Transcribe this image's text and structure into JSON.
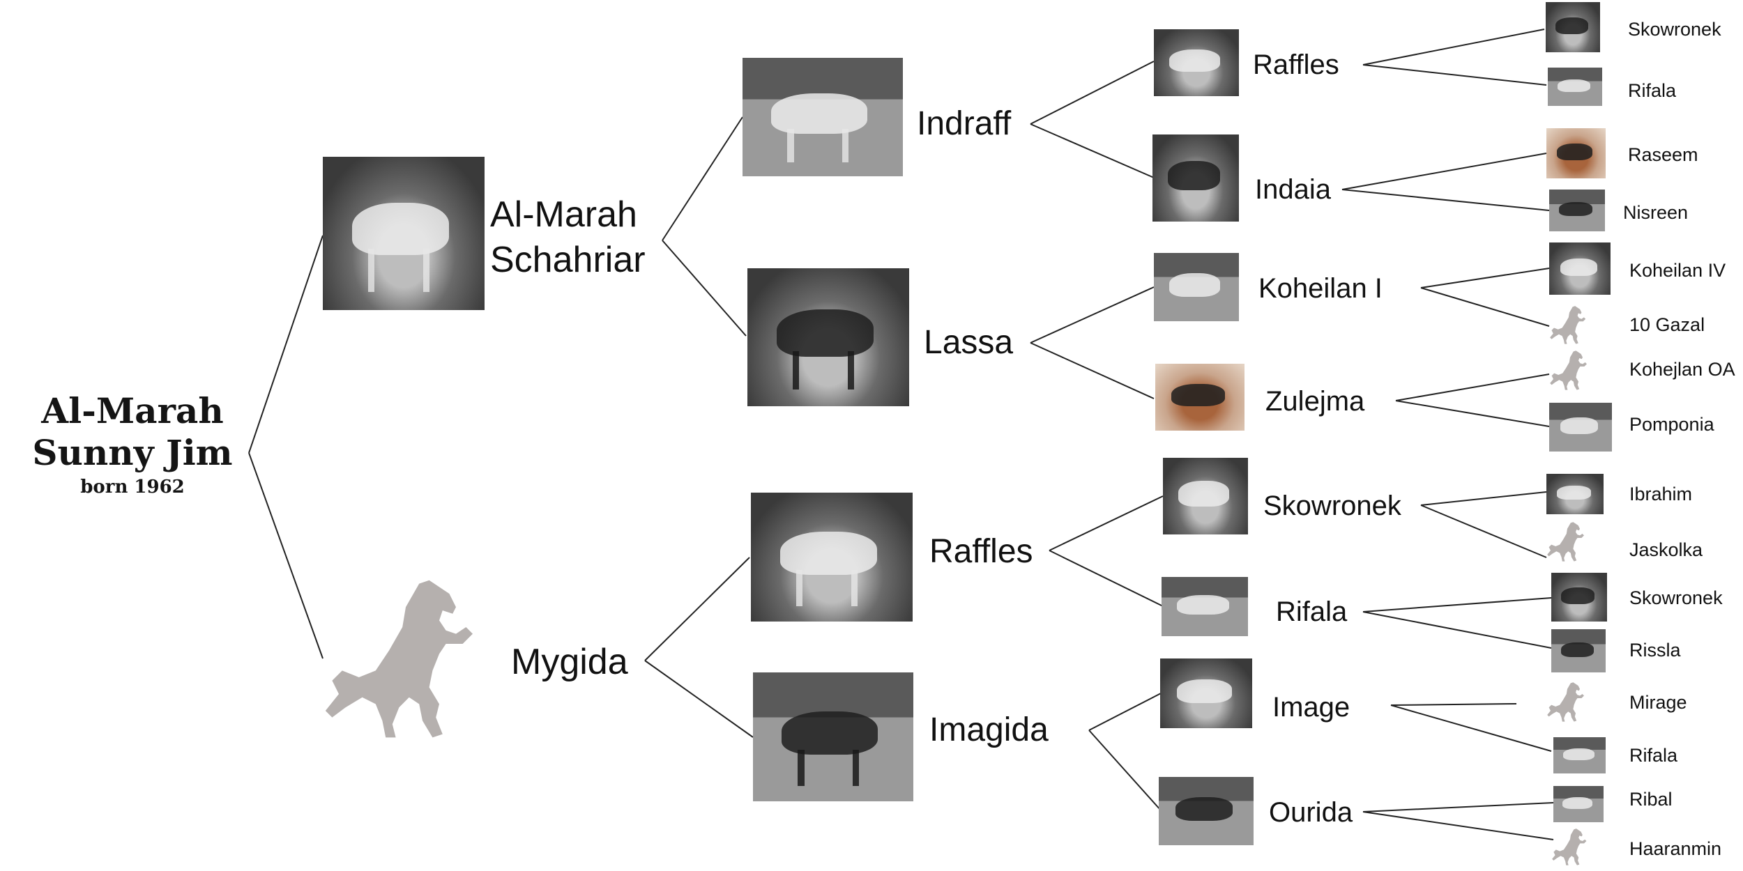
{
  "subject": {
    "name_line1": "Al-Marah",
    "name_line2": "Sunny Jim",
    "born": "born 1962"
  },
  "gen1": [
    {
      "name_line1": "Al-Marah",
      "name_line2": "Schahriar",
      "photo": "horse-photo"
    },
    {
      "name_line1": "Mygida",
      "name_line2": "",
      "photo": "rearing-horse-silhouette-icon"
    }
  ],
  "gen2": [
    "Indraff",
    "Lassa",
    "Raffles",
    "Imagida"
  ],
  "gen3": [
    "Raffles",
    "Indaia",
    "Koheilan I",
    "Zulejma",
    "Skowronek",
    "Rifala",
    "Image",
    "Ourida"
  ],
  "gen4": [
    "Skowronek",
    "Rifala",
    "Raseem",
    "Nisreen",
    "Koheilan IV",
    "10 Gazal",
    "Kohejlan OA",
    "Pomponia",
    "Ibrahim",
    "Jaskolka",
    "Skowronek",
    "Rissla",
    "Mirage",
    "Rifala",
    "Ribal",
    "Haaranmin"
  ],
  "colors": {
    "line": "#222222",
    "silhouette": "#b5b0ae",
    "text": "#111111"
  }
}
